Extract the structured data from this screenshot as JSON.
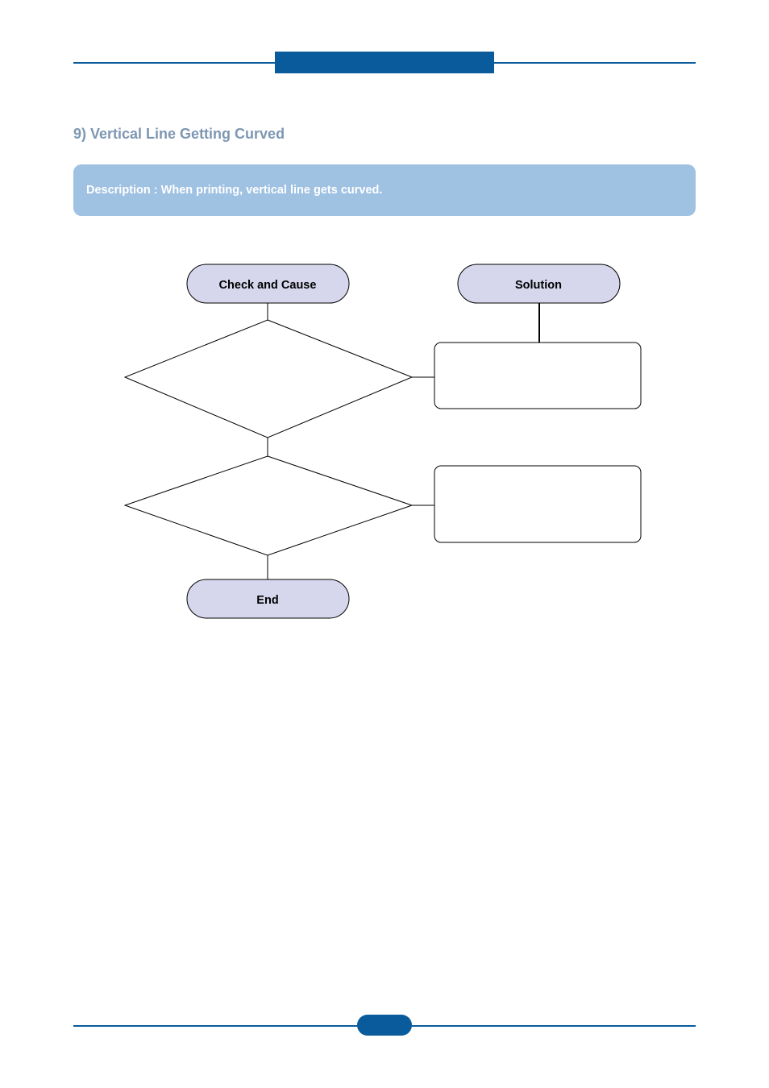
{
  "colors": {
    "brand_blue": "#0a5b9c",
    "title_gray_blue": "#7d97b3",
    "description_bg": "#9fc1e2",
    "terminal_fill": "#d6d7ec"
  },
  "header": {
    "tab_label": ""
  },
  "section": {
    "title": "9) Vertical Line Getting Curved"
  },
  "description": {
    "text": "Description : When printing, vertical line gets curved."
  },
  "flowchart": {
    "check_header": "Check and Cause",
    "solution_header": "Solution",
    "decision_1": "",
    "decision_2": "",
    "solution_1": "",
    "solution_2": "",
    "end_label": "End"
  },
  "footer": {
    "page_number": ""
  }
}
